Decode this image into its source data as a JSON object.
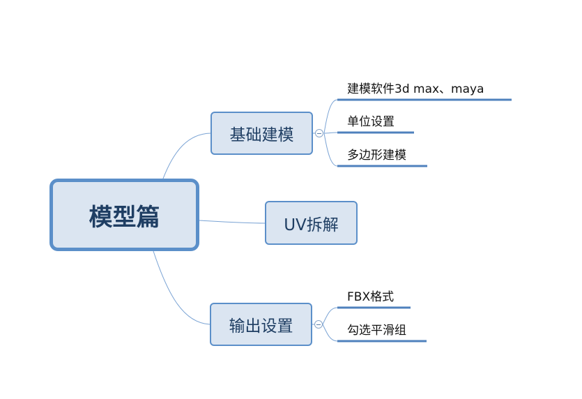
{
  "root": {
    "label": "模型篇"
  },
  "branches": [
    {
      "label": "基础建模",
      "children": [
        "建模软件3d max、maya",
        "单位设置",
        "多边形建模"
      ]
    },
    {
      "label": "UV拆解",
      "children": []
    },
    {
      "label": "输出设置",
      "children": [
        "FBX格式",
        "勾选平滑组"
      ]
    }
  ],
  "colors": {
    "node_fill": "#dbe5f1",
    "node_border": "#5b8fc9",
    "line": "#6a9bd0",
    "underline": "#4f81bd",
    "node_text": "#1f3e63"
  }
}
